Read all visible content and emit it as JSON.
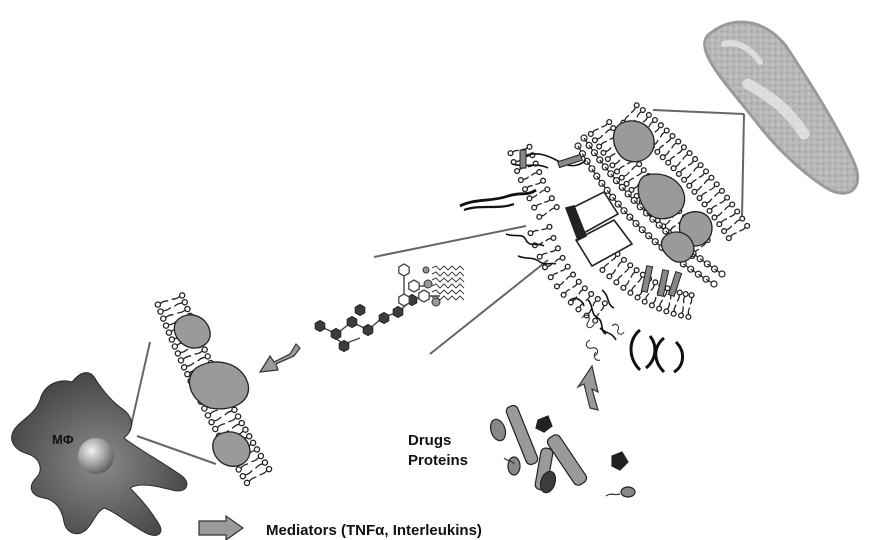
{
  "labels": {
    "macrophage": "MΦ",
    "drugs": "Drugs",
    "proteins": "Proteins",
    "mediators": "Mediators (TNFα, Interleukins)"
  },
  "colors": {
    "macrophage_dark": "#3a3a3a",
    "macrophage_light": "#7a7a7a",
    "protein_fill": "#9a9a9a",
    "molecule_dark": "#3c3c3c",
    "bacterium": "#b5b5b5",
    "line": "#666666",
    "ink": "#111111"
  }
}
